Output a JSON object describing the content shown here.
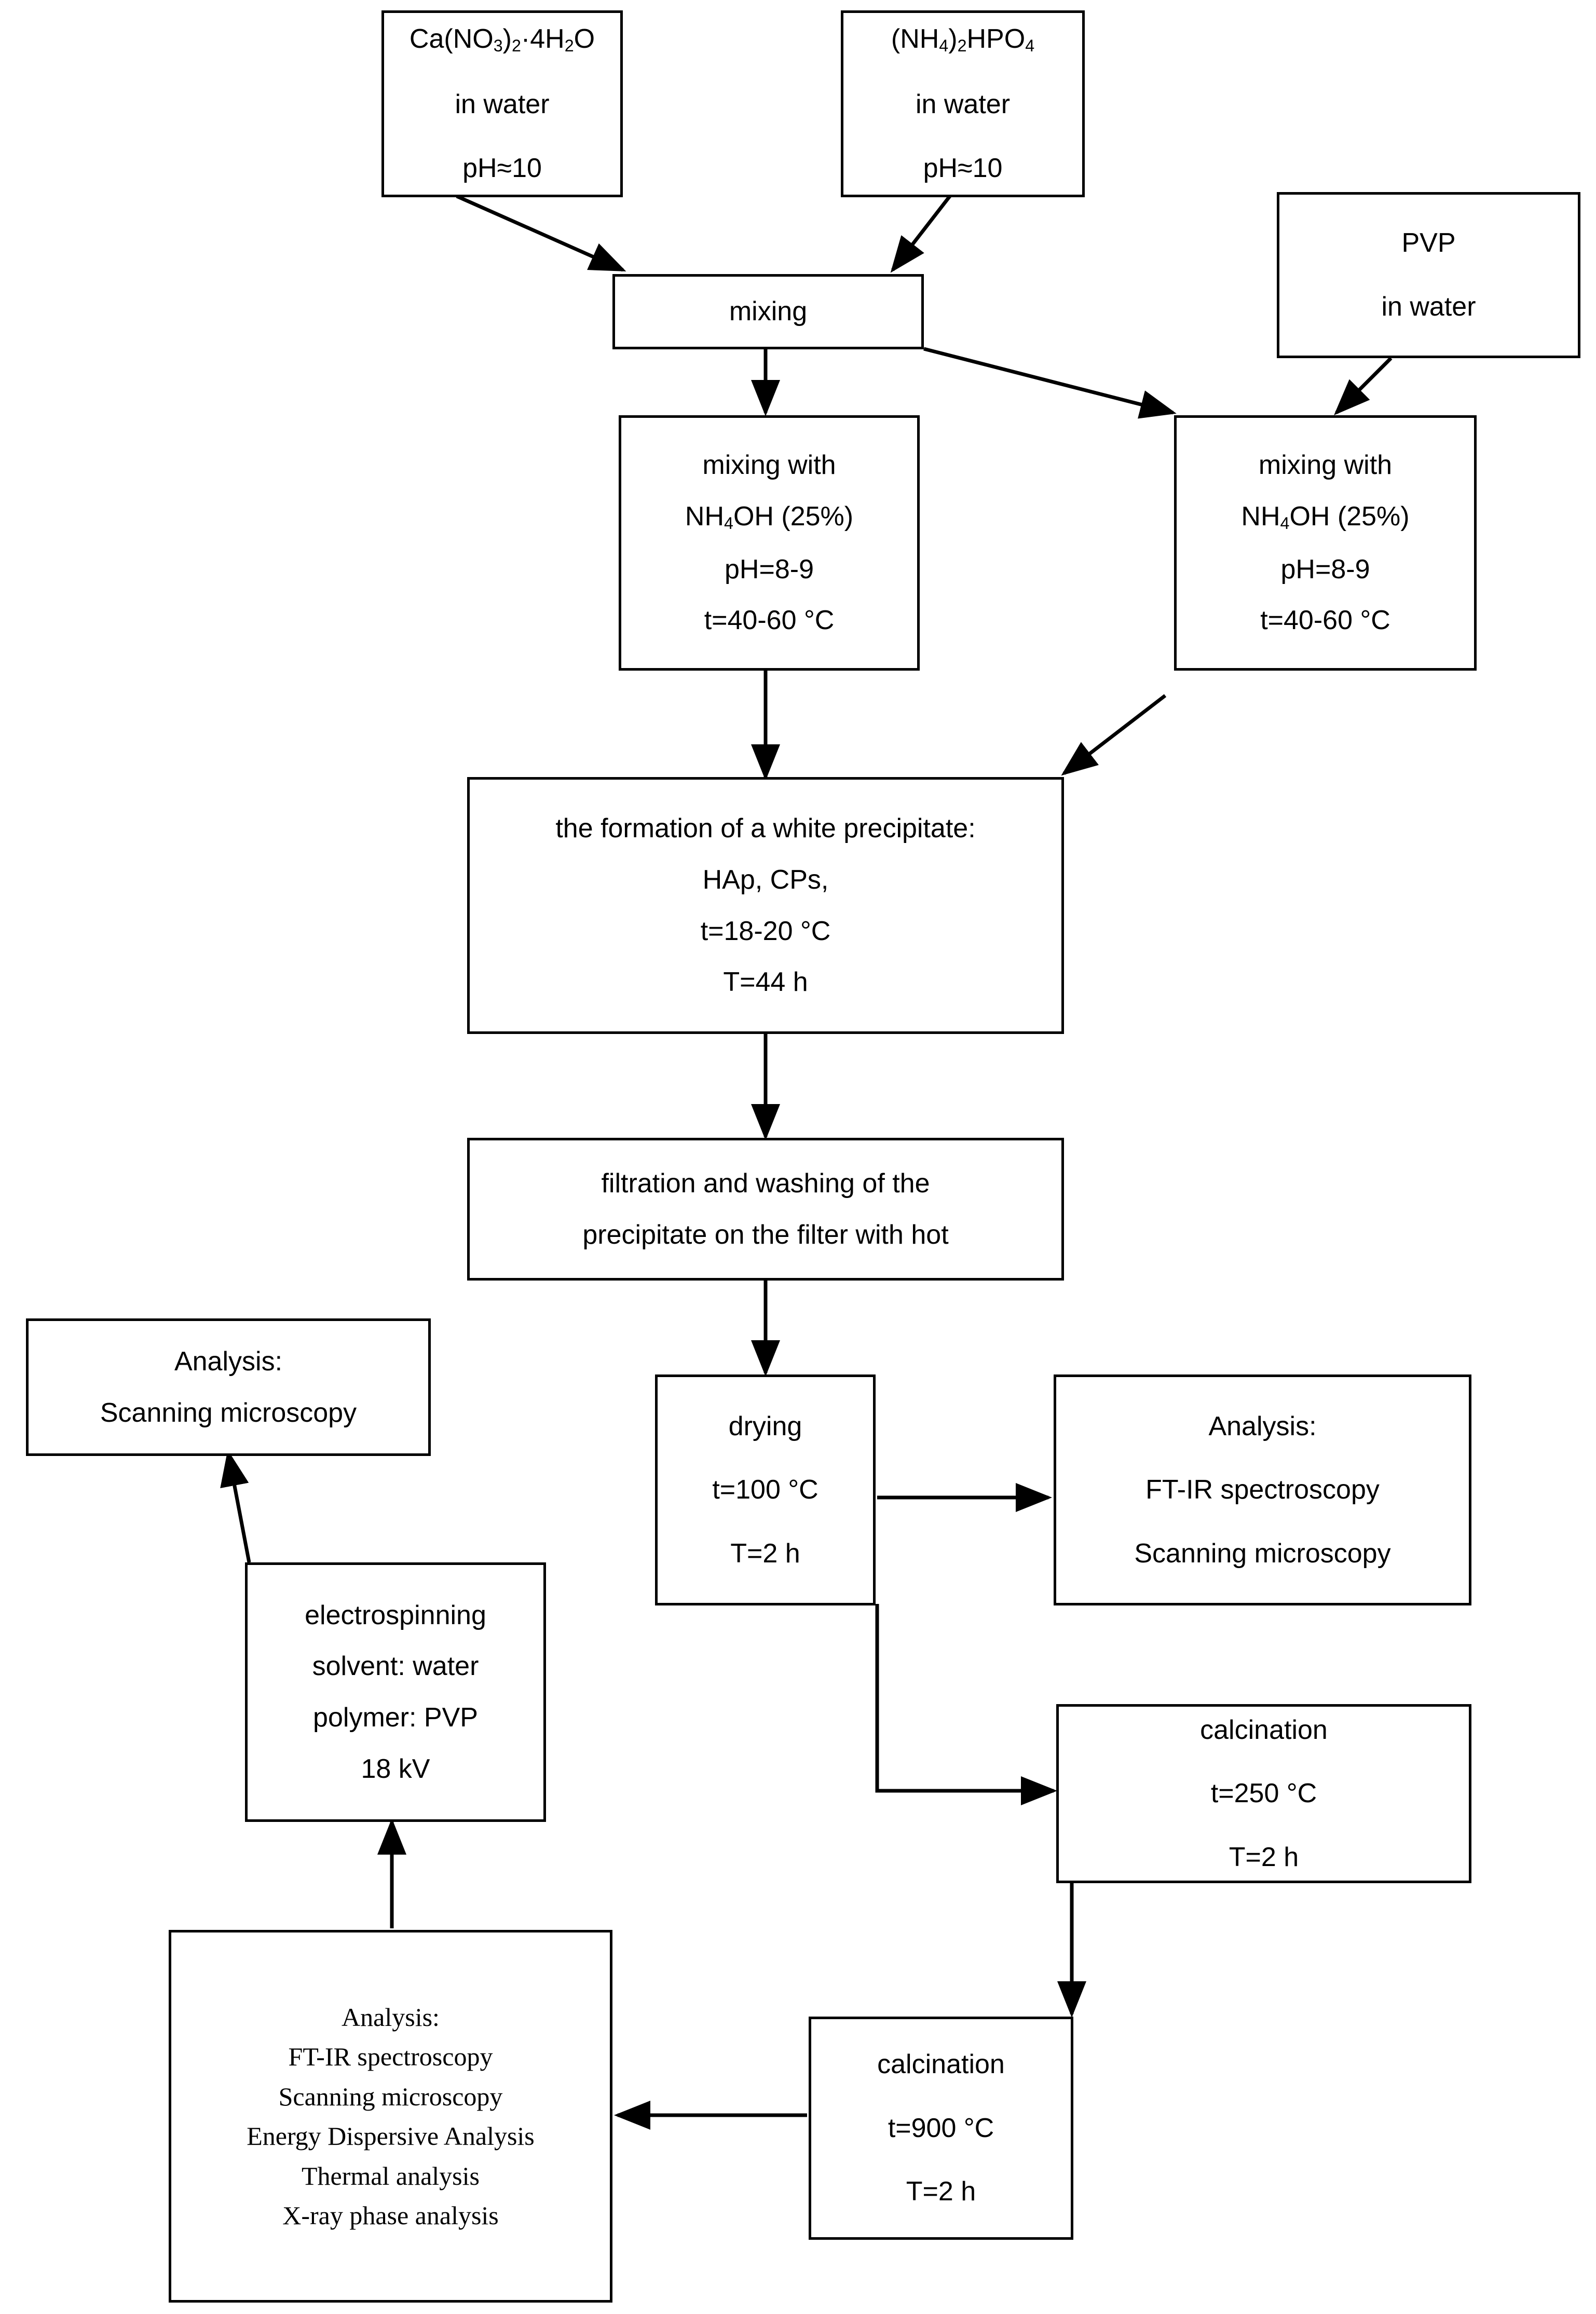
{
  "diagram": {
    "title": "Synthesis flowchart for HAp/CPs nanofibers",
    "type": "process-flowchart",
    "stroke_color": "#000000",
    "background_color": "#ffffff"
  },
  "nodes": {
    "calcium_nitrate": {
      "lines": [
        "Ca(NO3)2·4H2O",
        "in water",
        "pH≈10"
      ],
      "line1_html": "Ca(NO<sub>3</sub>)<sub>2</sub>·4H<sub>2</sub>O",
      "line2": "in water",
      "line3": "pH≈10"
    },
    "ammonium_phosphate": {
      "lines": [
        "(NH4)2HPO4",
        "in water",
        "pH≈10"
      ],
      "line1_html": "(NH<sub>4</sub>)<sub>2</sub>HPO<sub>4</sub>",
      "line2": "in water",
      "line3": "pH≈10"
    },
    "pvp_water": {
      "line1": "PVP",
      "line2": "in water"
    },
    "mixing": {
      "line1": "mixing"
    },
    "mixing_nh4oh_left": {
      "line1": "mixing with",
      "line2_html": "NH<sub>4</sub>OH (25%)",
      "line3": "pH=8-9",
      "line4": "t=40-60 °C"
    },
    "mixing_nh4oh_right": {
      "line1": "mixing with",
      "line2_html": "NH<sub>4</sub>OH (25%)",
      "line3": "pH=8-9",
      "line4": "t=40-60 °C"
    },
    "white_precipitate": {
      "line1": "the formation of a white precipitate:",
      "line2": "HAp, CPs,",
      "line3": "t=18-20 °C",
      "line4": "T=44 h"
    },
    "filtration": {
      "line1": "filtration and washing of the",
      "line2": "precipitate on the filter with hot"
    },
    "analysis_scanning_top_left": {
      "line1": "Analysis:",
      "line2": "Scanning microscopy"
    },
    "drying": {
      "line1": "drying",
      "line2": "t=100 °C",
      "line3": "T=2 h"
    },
    "analysis_ftir_right": {
      "line1": "Analysis:",
      "line2": "FT-IR spectroscopy",
      "line3": "Scanning microscopy"
    },
    "electrospinning": {
      "line1": "electrospinning",
      "line2": "solvent: water",
      "line3": "polymer: PVP",
      "line4": "18 kV"
    },
    "calcination_250": {
      "line1": "calcination",
      "line2": "t=250 °C",
      "line3": "T=2 h"
    },
    "calcination_900": {
      "line1": "calcination",
      "line2": "t=900 °C",
      "line3": "T=2 h"
    },
    "analysis_full_bottom": {
      "line1": "Analysis:",
      "line2": "FT-IR spectroscopy",
      "line3": "Scanning microscopy",
      "line4": "Energy Dispersive Analysis",
      "line5": "Thermal analysis",
      "line6": "X-ray phase analysis"
    }
  }
}
